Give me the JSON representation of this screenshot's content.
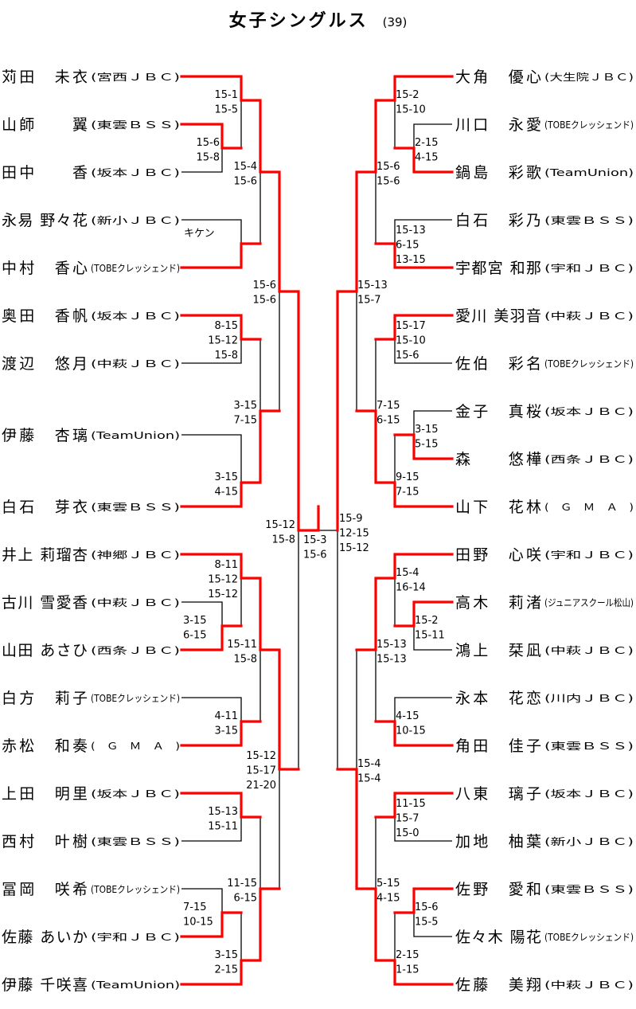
{
  "title": "女子シングルス",
  "count": "(39)",
  "colors": {
    "winner_line": "#ff0000",
    "line": "#000000"
  },
  "left_players": [
    {
      "name": "苅田　未衣",
      "club": "(宮西ＪＢＣ)"
    },
    {
      "name": "山師　　翼",
      "club": "(東雲ＢＳＳ)"
    },
    {
      "name": "田中　　香",
      "club": "(坂本ＪＢＣ)"
    },
    {
      "name": "永易 野々花",
      "club": "(新小ＪＢＣ)"
    },
    {
      "name": "中村　香心",
      "club": "(TOBEクレッシェンド)"
    },
    {
      "name": "奥田　香帆",
      "club": "(坂本ＪＢＣ)"
    },
    {
      "name": "渡辺　悠月",
      "club": "(中萩ＪＢＣ)"
    },
    {
      "name": "伊藤　杏璃",
      "club": "(TeamUnion)"
    },
    {
      "name": "白石　芽衣",
      "club": "(東雲ＢＳＳ)"
    },
    {
      "name": "井上 莉瑠杏",
      "club": "(神郷ＪＢＣ)"
    },
    {
      "name": "古川 雪愛香",
      "club": "(中萩ＪＢＣ)"
    },
    {
      "name": "山田 あさひ",
      "club": "(西条ＪＢＣ)"
    },
    {
      "name": "白方　莉子",
      "club": "(TOBEクレッシェンド)"
    },
    {
      "name": "赤松　和奏",
      "club": "(　Ｇ　Ｍ　Ａ　)"
    },
    {
      "name": "上田　明里",
      "club": "(坂本ＪＢＣ)"
    },
    {
      "name": "西村　叶樹",
      "club": "(東雲ＢＳＳ)"
    },
    {
      "name": "冨岡　咲希",
      "club": "(TOBEクレッシェンド)"
    },
    {
      "name": "佐藤 あいか",
      "club": "(宇和ＪＢＣ)"
    },
    {
      "name": "伊藤 千咲喜",
      "club": "(TeamUnion)"
    }
  ],
  "right_players": [
    {
      "name": "大角　優心",
      "club": "(大生院ＪＢＣ)"
    },
    {
      "name": "川口　永愛",
      "club": "(TOBEクレッシェンド)"
    },
    {
      "name": "鍋島　彩歌",
      "club": "(TeamUnion)"
    },
    {
      "name": "白石　彩乃",
      "club": "(東雲ＢＳＳ)"
    },
    {
      "name": "宇都宮 和那",
      "club": "(宇和ＪＢＣ)"
    },
    {
      "name": "愛川 美羽音",
      "club": "(中萩ＪＢＣ)"
    },
    {
      "name": "佐伯　彩名",
      "club": "(TOBEクレッシェンド)"
    },
    {
      "name": "金子　真桜",
      "club": "(坂本ＪＢＣ)"
    },
    {
      "name": "森　　悠樺",
      "club": "(西条ＪＢＣ)"
    },
    {
      "name": "山下　花林",
      "club": "(　Ｇ　Ｍ　Ａ　)"
    },
    {
      "name": "田野　心咲",
      "club": "(宇和ＪＢＣ)"
    },
    {
      "name": "高木　莉渚",
      "club": "(ジュニアスクール松山)"
    },
    {
      "name": "鴻上　栞凪",
      "club": "(中萩ＪＢＣ)"
    },
    {
      "name": "永本　花恋",
      "club": "(川内ＪＢＣ)"
    },
    {
      "name": "角田　佳子",
      "club": "(東雲ＢＳＳ)"
    },
    {
      "name": "八東　璃子",
      "club": "(坂本ＪＢＣ)"
    },
    {
      "name": "加地　柚葉",
      "club": "(新小ＪＢＣ)"
    },
    {
      "name": "佐野　愛和",
      "club": "(東雲ＢＳＳ)"
    },
    {
      "name": "佐々木 陽花",
      "club": "(TOBEクレッシェンド)"
    },
    {
      "name": "佐藤　美翔",
      "club": "(中萩ＪＢＣ)"
    }
  ],
  "scores": [
    {
      "lines": [
        "15-1",
        "15-5"
      ]
    },
    {
      "lines": [
        "15-6",
        "15-8"
      ]
    },
    {
      "lines": [
        "15-4",
        "15-6"
      ]
    },
    {
      "lines": [
        "キケン"
      ]
    },
    {
      "lines": [
        "15-6",
        "15-6"
      ]
    },
    {
      "lines": [
        "8-15",
        "15-12",
        "15-8"
      ]
    },
    {
      "lines": [
        "3-15",
        "7-15"
      ]
    },
    {
      "lines": [
        "3-15",
        "4-15"
      ]
    },
    {
      "lines": [
        "15-12",
        "15-8"
      ]
    },
    {
      "lines": [
        "15-3",
        "15-6"
      ]
    },
    {
      "lines": [
        "8-11",
        "15-12",
        "15-12"
      ]
    },
    {
      "lines": [
        "3-15",
        "6-15"
      ]
    },
    {
      "lines": [
        "15-11",
        "15-8"
      ]
    },
    {
      "lines": [
        "4-11",
        "3-15"
      ]
    },
    {
      "lines": [
        "15-12",
        "15-17",
        "21-20"
      ]
    },
    {
      "lines": [
        "15-13",
        "15-11"
      ]
    },
    {
      "lines": [
        "11-15",
        "6-15"
      ]
    },
    {
      "lines": [
        "7-15",
        "10-15"
      ]
    },
    {
      "lines": [
        "3-15",
        "2-15"
      ]
    },
    {
      "lines": [
        "15-9",
        "12-15",
        "15-12"
      ]
    },
    {
      "lines": [
        "15-2",
        "15-10"
      ]
    },
    {
      "lines": [
        "2-15",
        "4-15"
      ]
    },
    {
      "lines": [
        "15-6",
        "15-6"
      ]
    },
    {
      "lines": [
        "15-13",
        "6-15",
        "13-15"
      ]
    },
    {
      "lines": [
        "15-13",
        "15-7"
      ]
    },
    {
      "lines": [
        "15-17",
        "15-10",
        "15-6"
      ]
    },
    {
      "lines": [
        "7-15",
        "6-15"
      ]
    },
    {
      "lines": [
        "3-15",
        "5-15"
      ]
    },
    {
      "lines": [
        "9-15",
        "7-15"
      ]
    },
    {
      "lines": [
        "15-4",
        "16-14"
      ]
    },
    {
      "lines": [
        "15-2",
        "15-11"
      ]
    },
    {
      "lines": [
        "15-13",
        "15-13"
      ]
    },
    {
      "lines": [
        "4-15",
        "10-15"
      ]
    },
    {
      "lines": [
        "15-4",
        "15-4"
      ]
    },
    {
      "lines": [
        "11-15",
        "15-7",
        "15-0"
      ]
    },
    {
      "lines": [
        "5-15",
        "4-15"
      ]
    },
    {
      "lines": [
        "15-6",
        "15-5"
      ]
    },
    {
      "lines": [
        "2-15",
        "1-15"
      ]
    }
  ]
}
